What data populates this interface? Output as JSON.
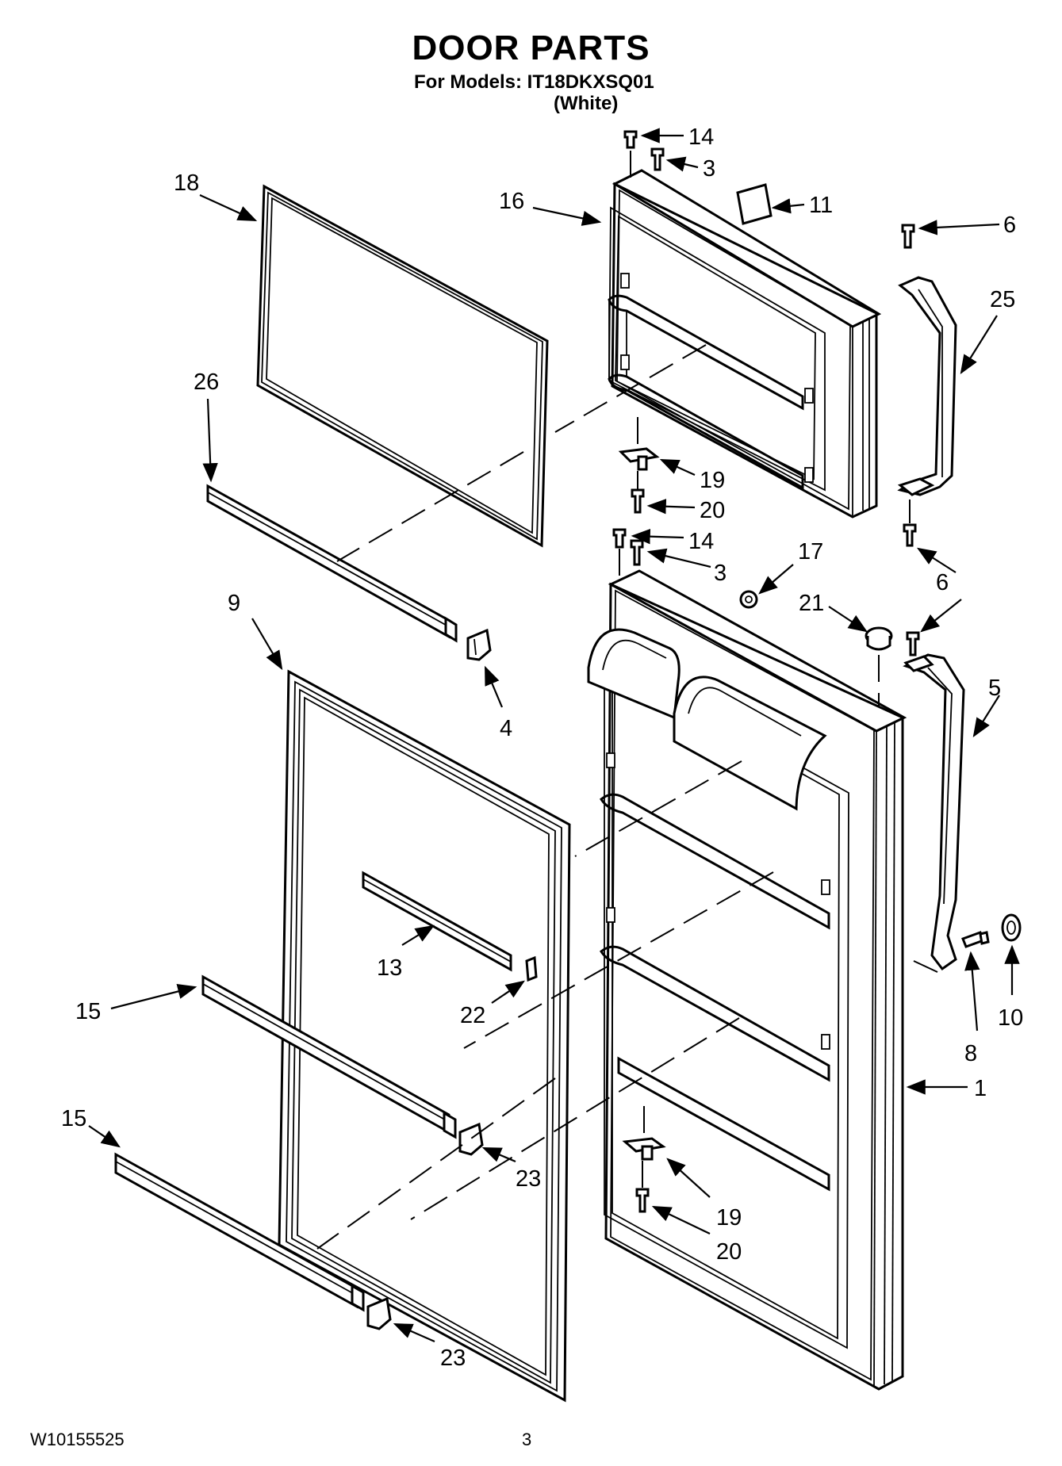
{
  "header": {
    "title": "DOOR PARTS",
    "models_line": "For Models: IT18DKXSQ01",
    "color_line": "(White)"
  },
  "footer": {
    "doc_number": "W10155525",
    "page_number": "3"
  },
  "callouts": {
    "c14a": "14",
    "c3a": "3",
    "c11": "11",
    "c16": "16",
    "c18": "18",
    "c6a": "6",
    "c25": "25",
    "c26": "26",
    "c19a": "19",
    "c20a": "20",
    "c14b": "14",
    "c3b": "3",
    "c17": "17",
    "c21": "21",
    "c6b": "6",
    "c9": "9",
    "c4": "4",
    "c5": "5",
    "c13": "13",
    "c22": "22",
    "c15a": "15",
    "c8": "8",
    "c10": "10",
    "c1": "1",
    "c15b": "15",
    "c23a": "23",
    "c19b": "19",
    "c20b": "20",
    "c23b": "23"
  }
}
